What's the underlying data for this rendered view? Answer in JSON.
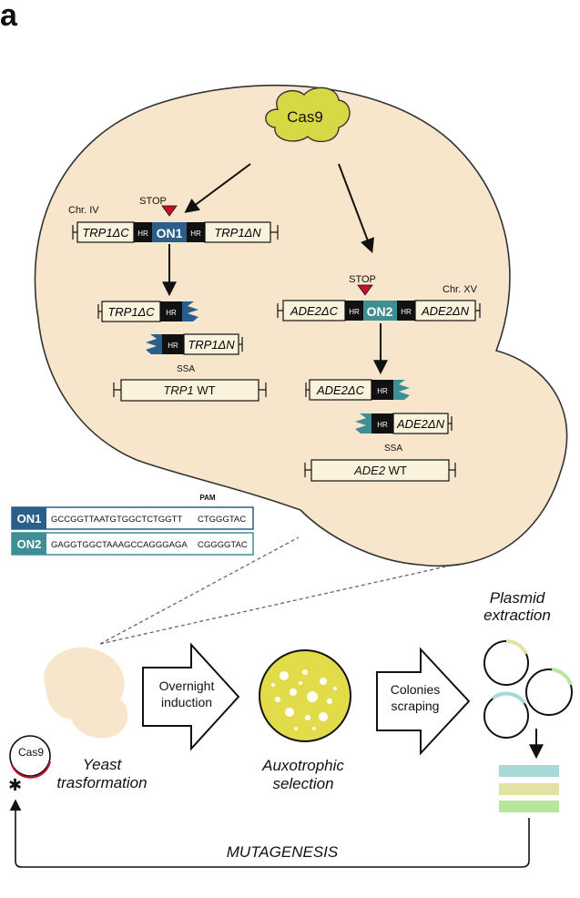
{
  "panel_label": "a",
  "cas9": "Cas9",
  "chr_iv": "Chr. IV",
  "chr_xv": "Chr. XV",
  "stop": "STOP",
  "hr": "HR",
  "on1": "ON1",
  "on2": "ON2",
  "trp1_dc": "TRP1ΔC",
  "trp1_dn": "TRP1ΔN",
  "ade2_dc": "ADE2ΔC",
  "ade2_dn": "ADE2ΔN",
  "ssa": "SSA",
  "trp1_wt": {
    "gene": "TRP1",
    "suffix": " WT"
  },
  "ade2_wt": {
    "gene": "ADE2",
    "suffix": " WT"
  },
  "pam_label": "PAM",
  "seq_table": [
    {
      "name": "ON1",
      "seq": "GCCGGTTAATGTGGCTCTGGTT",
      "pam": "CTGGGTAC"
    },
    {
      "name": "ON2",
      "seq": "GAGGTGGCTAAAGCCAGGGAGA",
      "pam": "CGGGGTAC"
    }
  ],
  "workflow": {
    "cas9_plasmid": "Cas9",
    "yeast_line1": "Yeast",
    "yeast_line2": "trasformation",
    "overnight_line1": "Overnight",
    "overnight_line2": "induction",
    "auxo_line1": "Auxotrophic",
    "auxo_line2": "selection",
    "colonies_line1": "Colonies",
    "colonies_line2": "scraping",
    "plasmid_line1": "Plasmid",
    "plasmid_line2": "extraction",
    "mutagenesis": "MUTAGENESIS"
  },
  "colors": {
    "cell_fill": "#f7e6cb",
    "cas9_fill": "#d6d944",
    "on1_blue": "#2a5f8c",
    "on2_teal": "#3e8e95",
    "stop_red": "#c8102e",
    "plate_yellow": "#e3dc4a",
    "bar_teal": "#a9d8d8",
    "bar_khaki": "#e2e3a3",
    "bar_green": "#b9e69d"
  }
}
